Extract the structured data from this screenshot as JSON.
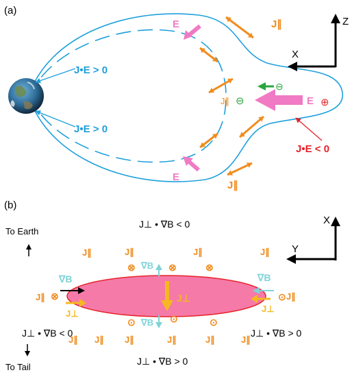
{
  "panel_a": {
    "label": "(a)",
    "axes": {
      "z": "Z",
      "x": "X"
    },
    "je_pos_1": "J•E > 0",
    "je_pos_2": "J•E > 0",
    "je_neg": "J•E < 0",
    "e_upper": "E",
    "e_lower": "E",
    "e_right": "E",
    "j_par": "J∥",
    "minus": "⊖",
    "minus_green": "⊖",
    "plus": "⊕",
    "colors": {
      "field_line": "#1ea0dc",
      "je_pos": "#1e9fdc",
      "je_neg": "#e6232a",
      "e_field": "#f07ac4",
      "j_par": "#f08c1e",
      "electron": "#2aa63c"
    }
  },
  "panel_b": {
    "label": "(b)",
    "axes": {
      "x": "X",
      "y": "Y"
    },
    "to_earth": "To Earth",
    "to_tail": "To Tail",
    "top": "J⊥ • ∇B < 0",
    "left": "J⊥ • ∇B < 0",
    "right": "J⊥ • ∇B > 0",
    "bottom": "J⊥ • ∇B > 0",
    "grad_b": "∇B",
    "j_perp": "J⊥",
    "j_par": "J∥",
    "into": "⊗",
    "out": "⊙",
    "colors": {
      "ellipse": "#f57aa8",
      "ellipse_edge": "#e6232a",
      "grad_b": "#7fd3d8",
      "j_perp": "#f5b820",
      "j_par": "#f08c1e"
    }
  }
}
